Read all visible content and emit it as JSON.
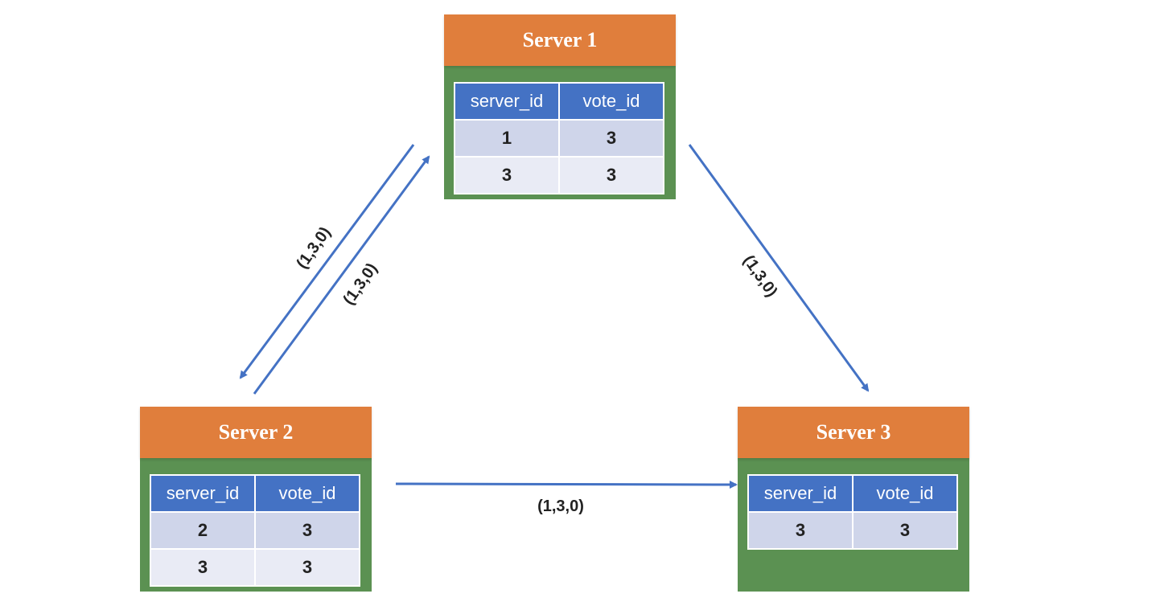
{
  "servers": [
    {
      "title": "Server 1",
      "columns": [
        "server_id",
        "vote_id"
      ],
      "rows": [
        [
          "1",
          "3"
        ],
        [
          "3",
          "3"
        ]
      ]
    },
    {
      "title": "Server 2",
      "columns": [
        "server_id",
        "vote_id"
      ],
      "rows": [
        [
          "2",
          "3"
        ],
        [
          "3",
          "3"
        ]
      ]
    },
    {
      "title": "Server 3",
      "columns": [
        "server_id",
        "vote_id"
      ],
      "rows": [
        [
          "3",
          "3"
        ]
      ]
    }
  ],
  "edges": [
    {
      "from": "Server 1",
      "to": "Server 2",
      "label": "(1,3,0)"
    },
    {
      "from": "Server 2",
      "to": "Server 1",
      "label": "(1,3,0)"
    },
    {
      "from": "Server 1",
      "to": "Server 3",
      "label": "(1,3,0)"
    },
    {
      "from": "Server 2",
      "to": "Server 3",
      "label": "(1,3,0)"
    }
  ],
  "colors": {
    "header": "#E07E3C",
    "body": "#5B9152",
    "table_header": "#4472C4",
    "row_odd": "#CFD5EA",
    "row_even": "#E9EBF5",
    "arrow": "#4472C4"
  }
}
